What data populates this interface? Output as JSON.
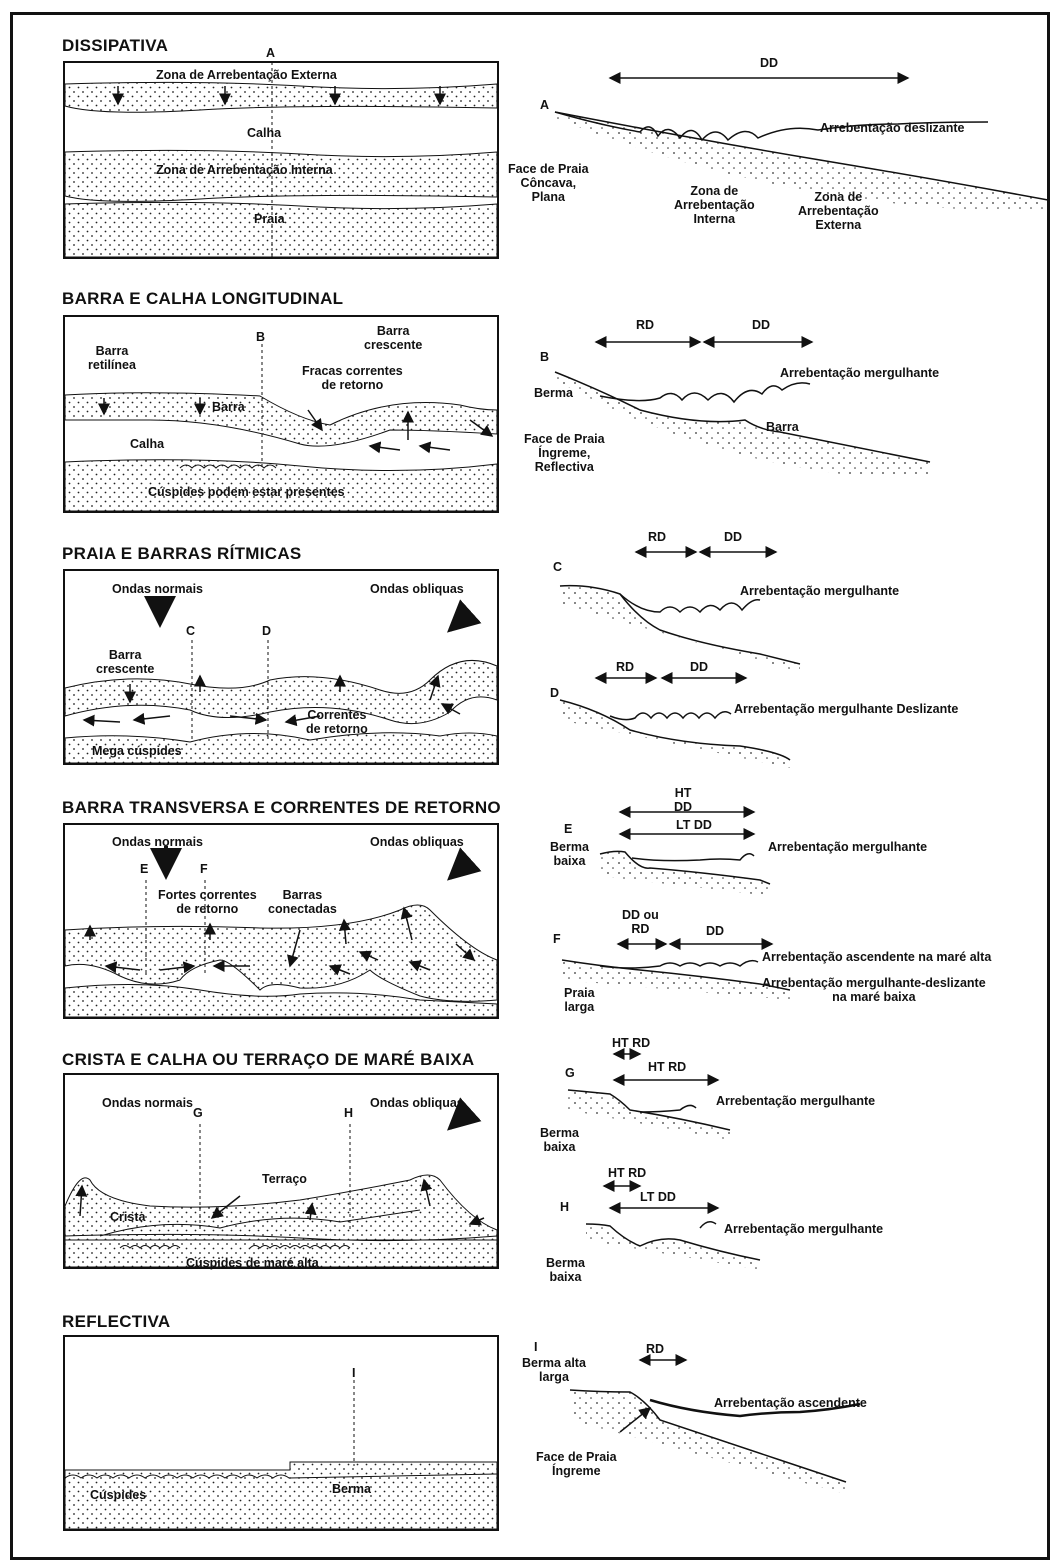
{
  "sections": [
    {
      "title": "DISSIPATIVA",
      "plan": {
        "A": "A",
        "outer": "Zona de Arrebentação Externa",
        "trough": "Calha",
        "inner": "Zona de Arrebentação Interna",
        "beach": "Praia"
      },
      "profile": {
        "letter": "A",
        "dd": "DD",
        "breaker": "Arrebentação deslizante",
        "face": "Face de Praia\nCôncava,\nPlana",
        "inner": "Zona de\nArrebentação\nInterna",
        "outer": "Zona de\nArrebentação\nExterna"
      }
    },
    {
      "title": "BARRA E CALHA LONGITUDINAL",
      "plan": {
        "B": "B",
        "straight_bar": "Barra\nretilínea",
        "crescent_bar": "Barra\ncrescente",
        "weak_rip": "Fracas correntes\nde retorno",
        "bar": "Barra",
        "trough": "Calha",
        "cusps": "Cúspides podem estar presentes"
      },
      "profile": {
        "letter": "B",
        "rd": "RD",
        "dd": "DD",
        "breaker": "Arrebentação mergulhante",
        "berm": "Berma",
        "face": "Face de Praia\nÍngreme,\nReflectiva",
        "bar": "Barra"
      }
    },
    {
      "title": "PRAIA E BARRAS RÍTMICAS",
      "plan": {
        "normal": "Ondas normais",
        "oblique": "Ondas obliquas",
        "C": "C",
        "D": "D",
        "crescent_bar": "Barra\ncrescente",
        "rip": "Correntes\nde retorno",
        "mega": "Mega cúspides"
      },
      "profile_c": {
        "letter": "C",
        "rd": "RD",
        "dd": "DD",
        "breaker": "Arrebentação mergulhante"
      },
      "profile_d": {
        "letter": "D",
        "rd": "RD",
        "dd": "DD",
        "breaker": "Arrebentação mergulhante Deslizante"
      }
    },
    {
      "title": "BARRA TRANSVERSA E CORRENTES DE RETORNO",
      "plan": {
        "normal": "Ondas normais",
        "oblique": "Ondas obliquas",
        "E": "E",
        "F": "F",
        "strong_rip": "Fortes correntes\nde retorno",
        "connected": "Barras\nconectadas"
      },
      "profile_e": {
        "ht": "HT\nDD",
        "lt": "LT DD",
        "letter": "E",
        "berm": "Berma\nbaixa",
        "breaker": "Arrebentação mergulhante"
      },
      "profile_f": {
        "ddrd": "DD ou\nRD",
        "dd": "DD",
        "letter": "F",
        "beach": "Praia\nlarga",
        "breaker_high": "Arrebentação ascendente na maré alta",
        "breaker_low": "Arrebentação mergulhante-deslizante\nna maré baixa"
      }
    },
    {
      "title": "CRISTA E CALHA OU TERRAÇO DE MARÉ BAIXA",
      "plan": {
        "normal": "Ondas normais",
        "oblique": "Ondas obliquas",
        "G": "G",
        "H": "H",
        "terrace": "Terraço",
        "crest": "Crista",
        "cusps": "Cúspides de maré alta"
      },
      "profile_g": {
        "ht": "HT RD",
        "ht2": "HT RD",
        "letter": "G",
        "berm": "Berma\nbaixa",
        "breaker": "Arrebentação mergulhante"
      },
      "profile_h": {
        "ht": "HT RD",
        "lt": "LT DD",
        "letter": "H",
        "berm": "Berma\nbaixa",
        "breaker": "Arrebentação mergulhante"
      }
    },
    {
      "title": "REFLECTIVA",
      "plan": {
        "I": "I",
        "cusps": "Cúspides",
        "berm": "Berma"
      },
      "profile": {
        "letter": "I",
        "berm": "Berma alta\nlarga",
        "rd": "RD",
        "breaker": "Arrebentação ascendente",
        "face": "Face de Praia\nÍngreme"
      }
    }
  ]
}
